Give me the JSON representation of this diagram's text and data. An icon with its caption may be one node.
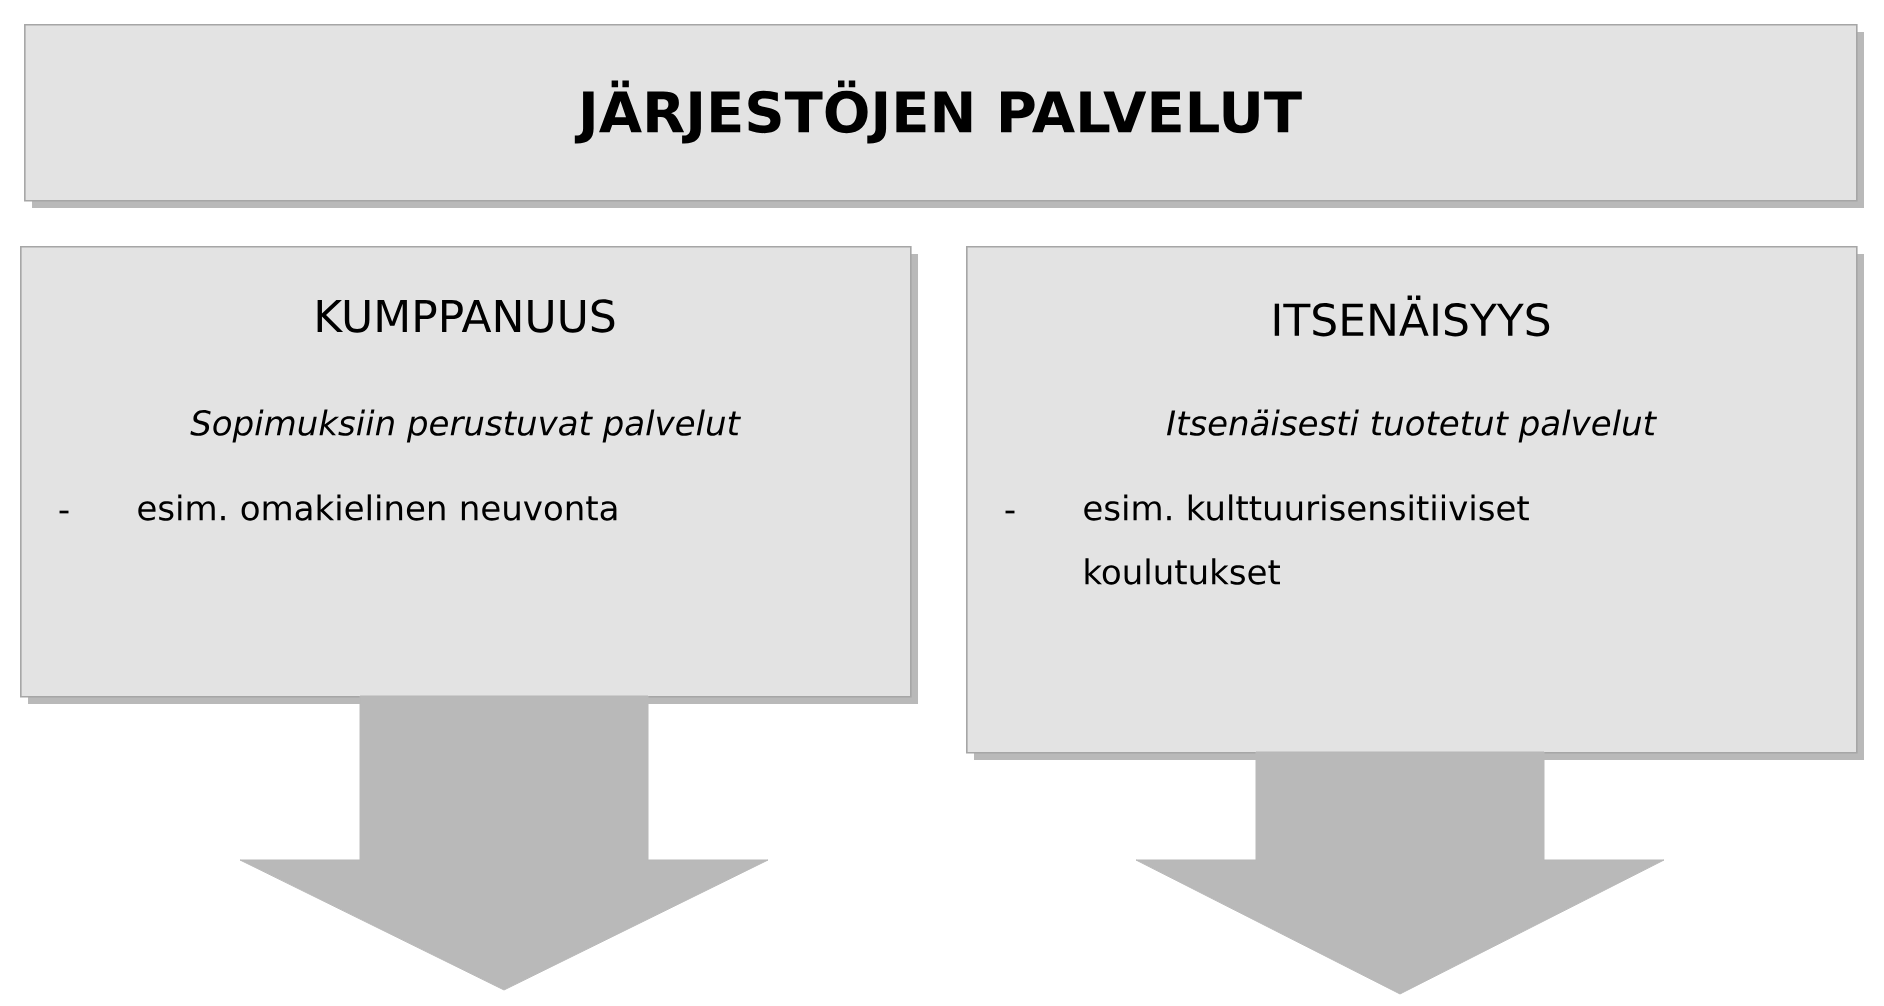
{
  "diagram": {
    "nodes": [
      {
        "text": [
          "JÄRJESTÖJEN PALVELUT"
        ]
      },
      {
        "text": [
          "KUMPPANUUS",
          "Sopimuksiin perustuvat palvelut",
          "-",
          "esim. omakielinen neuvonta"
        ]
      },
      {
        "text": [
          "ITSENÄISYYS",
          "Itsenäisesti tuotetut palvelut",
          "-",
          "esim. kulttuurisensitiiviset koulutukset"
        ]
      }
    ],
    "edges": [
      {
        "from": 1,
        "to": null,
        "arrow": "to"
      },
      {
        "from": 2,
        "to": null,
        "arrow": "to"
      }
    ]
  }
}
